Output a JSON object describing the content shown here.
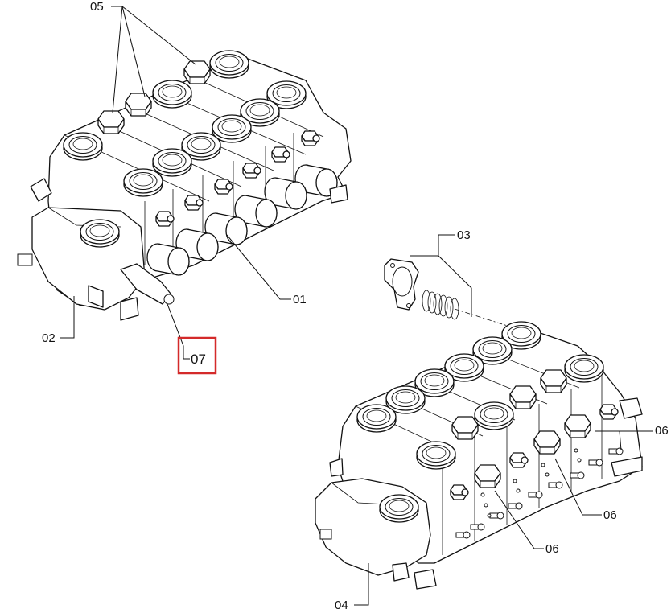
{
  "callouts": {
    "c01": "01",
    "c02": "02",
    "c03": "03",
    "c04": "04",
    "c05": "05",
    "c06a": "06",
    "c06b": "06",
    "c06c": "06",
    "c07": "07"
  },
  "colors": {
    "line": "#111111",
    "highlight": "#d42a2a",
    "background": "#ffffff"
  },
  "highlighted_callout": "07"
}
